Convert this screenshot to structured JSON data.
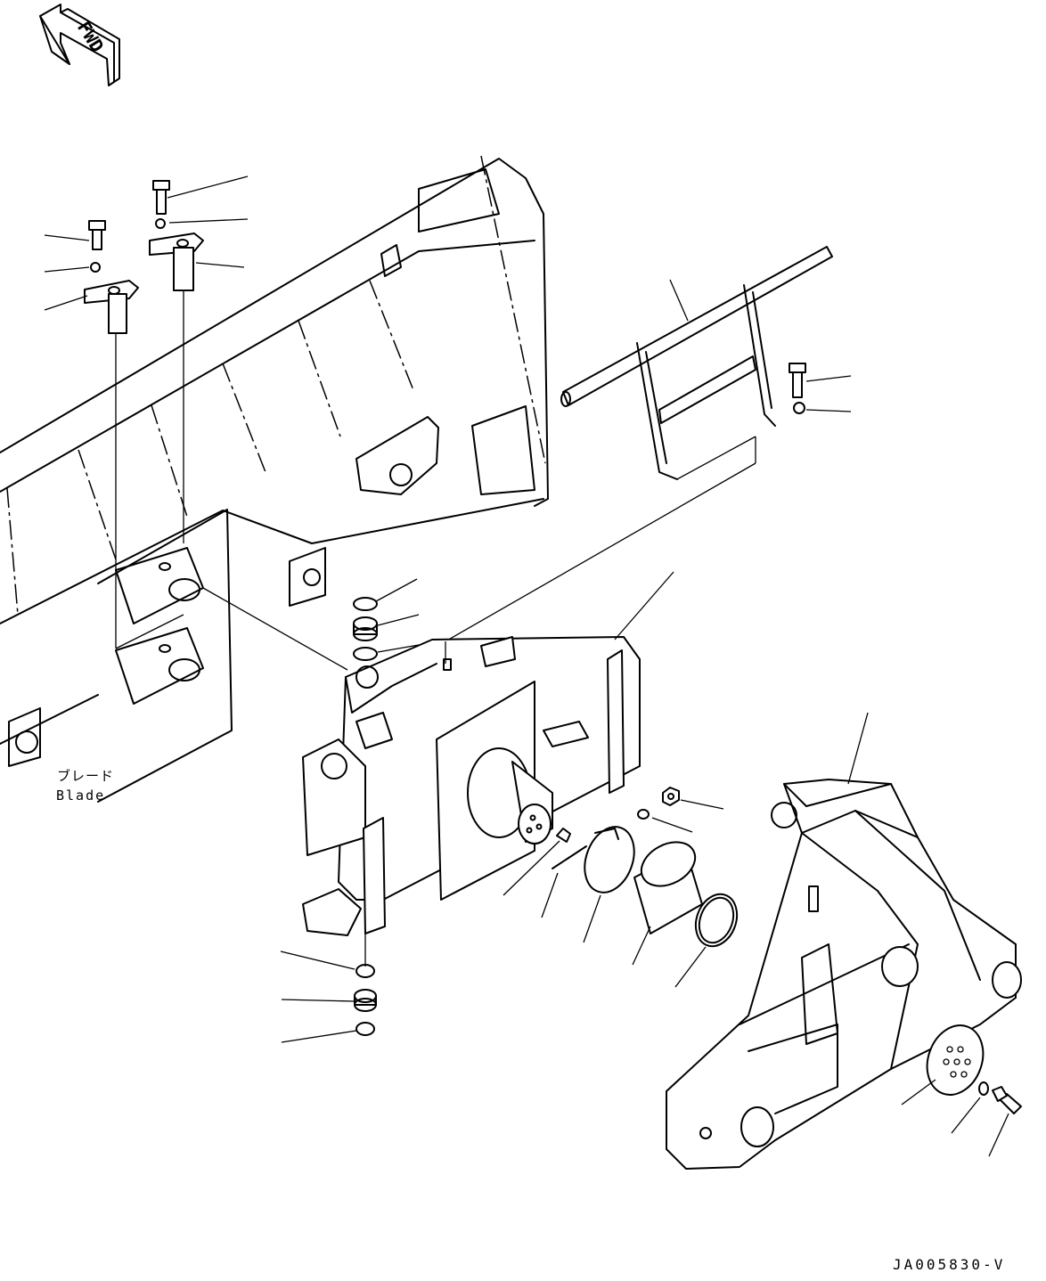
{
  "direction_arrow": {
    "label": "FWD"
  },
  "labels": {
    "blade_jp": "ブレード",
    "blade_en": "Blade"
  },
  "document_code": "JA005830-V"
}
